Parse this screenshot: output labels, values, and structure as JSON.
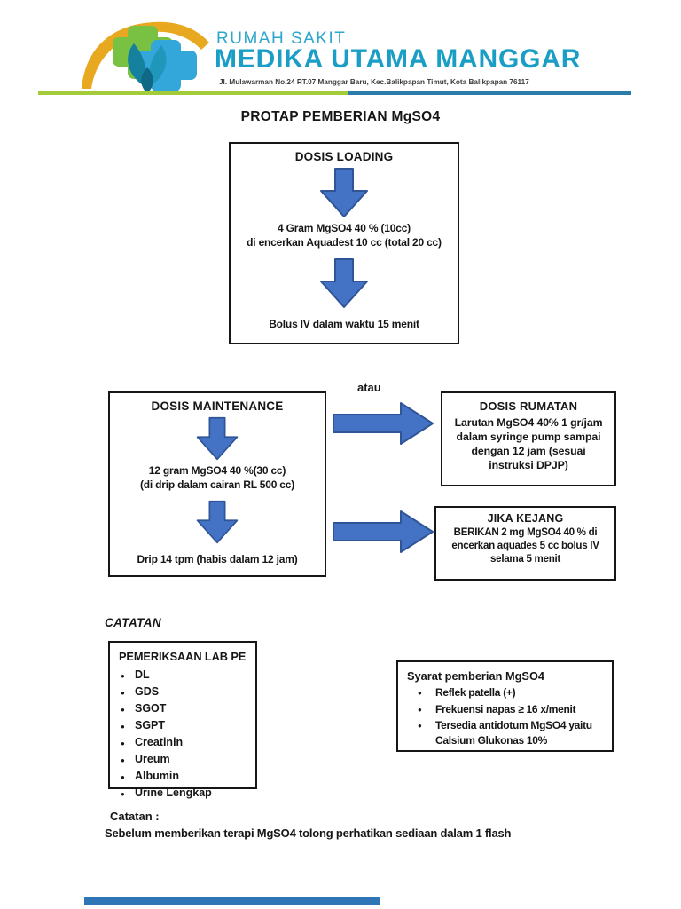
{
  "header": {
    "hospital_type": "RUMAH SAKIT",
    "hospital_name": "MEDIKA UTAMA MANGGAR",
    "address": "Jl. Mulawarman No.24 RT.07 Manggar Baru, Kec.Balikpapan Timut, Kota Balikpapan 76117"
  },
  "title": "PROTAP PEMBERIAN MgSO4",
  "flowchart": {
    "or_label": "atau",
    "loading": {
      "header": "DOSIS LOADING",
      "step1_line1": "4 Gram MgSO4 40 % (10cc)",
      "step1_line2": "di encerkan Aquadest 10 cc (total 20 cc)",
      "step2": "Bolus IV dalam waktu 15 menit"
    },
    "maintenance": {
      "header": "DOSIS MAINTENANCE",
      "step1_line1": "12 gram MgSO4 40 %(30 cc)",
      "step1_line2": "(di drip dalam cairan RL 500 cc)",
      "step2": "Drip 14 tpm (habis dalam 12 jam)"
    },
    "rumatan": {
      "header": "DOSIS RUMATAN",
      "body": "Larutan MgSO4 40% 1 gr/jam dalam syringe pump sampai dengan 12 jam (sesuai instruksi DPJP)"
    },
    "kejang": {
      "header": "JIKA KEJANG",
      "body": "BERIKAN 2 mg MgSO4 40 % di encerkan aquades 5 cc bolus IV selama 5 menit"
    }
  },
  "notes": {
    "catatan_heading": "CATATAN"
  },
  "lab_box": {
    "header": "PEMERIKSAAN LAB PE",
    "items": [
      "DL",
      "GDS",
      "SGOT",
      "SGPT",
      "Creatinin",
      "Ureum",
      "Albumin",
      "Urine Lengkap"
    ]
  },
  "syarat_box": {
    "header": "Syarat pemberian MgSO4",
    "items": [
      "Reflek patella (+)",
      "Frekuensi napas ≥ 16 x/menit",
      "Tersedia antidotum MgSO4 yaitu Calsium Glukonas 10%"
    ]
  },
  "footer": {
    "label": "Catatan :",
    "text": "Sebelum memberikan terapi MgSO4 tolong perhatikan sediaan dalam 1 flash"
  },
  "colors": {
    "brand_teal": "#1B9EC6",
    "divider_green": "#A4CB3A",
    "divider_blue": "#2B7CA8",
    "arrow_fill": "#4472C4",
    "arrow_stroke": "#2F5597",
    "logo_gold": "#E8A81F",
    "logo_green": "#79C143",
    "logo_blue": "#33A7D9",
    "logo_leaf_teal": "#15819F",
    "bottom_bar_blue": "#2E75B6"
  }
}
